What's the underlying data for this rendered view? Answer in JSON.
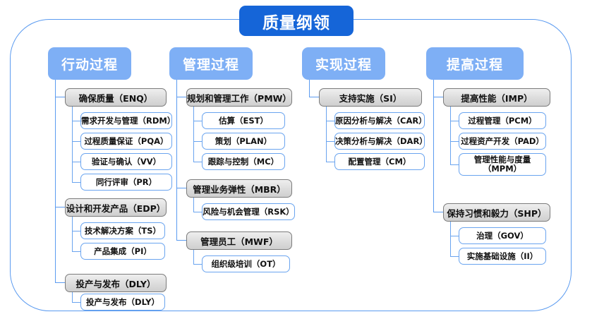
{
  "diagram": {
    "root": {
      "label": "质量纲领"
    },
    "colors": {
      "root_fill": "#1565d8",
      "header_fill": "#7eaff5",
      "process_area_fill": "#dcdcdc",
      "process_area_border": "#7b7b7b",
      "practice_border": "#6aa4ef",
      "connector": "#6aa4ef",
      "frame_border": "#5b9bf0"
    },
    "columns": [
      {
        "header": "行动过程",
        "groups": [
          {
            "label": "确保质量（ENQ）",
            "items": [
              "需求开发与管理（RDM）",
              "过程质量保证（PQA）",
              "验证与确认（VV）",
              "同行评审（PR）"
            ]
          },
          {
            "label": "设计和开发产品（EDP）",
            "items": [
              "技术解决方案（TS）",
              "产品集成（PI）"
            ]
          },
          {
            "label": "投产与发布（DLY）",
            "items": [
              "投产与发布（DLY）"
            ]
          }
        ]
      },
      {
        "header": "管理过程",
        "groups": [
          {
            "label": "规划和管理工作（PMW）",
            "items": [
              "估算（EST）",
              "策划（PLAN）",
              "跟踪与控制（MC）"
            ]
          },
          {
            "label": "管理业务弹性（MBR）",
            "items": [
              "风险与机会管理（RSK）"
            ]
          },
          {
            "label": "管理员工（MWF）",
            "items": [
              "组织级培训（OT）"
            ]
          }
        ]
      },
      {
        "header": "实现过程",
        "groups": [
          {
            "label": "支持实施（SI）",
            "items": [
              "原因分析与解决（CAR）",
              "决策分析与解决（DAR）",
              "配置管理（CM）"
            ]
          }
        ]
      },
      {
        "header": "提高过程",
        "groups": [
          {
            "label": "提高性能（IMP）",
            "items": [
              "过程管理（PCM）",
              "过程资产开发（PAD）",
              "管理性能与度量（MPM）"
            ]
          },
          {
            "label": "保持习惯和毅力（SHP）",
            "items": [
              "治理（GOV）",
              "实施基础设施（II）"
            ]
          }
        ]
      }
    ]
  }
}
